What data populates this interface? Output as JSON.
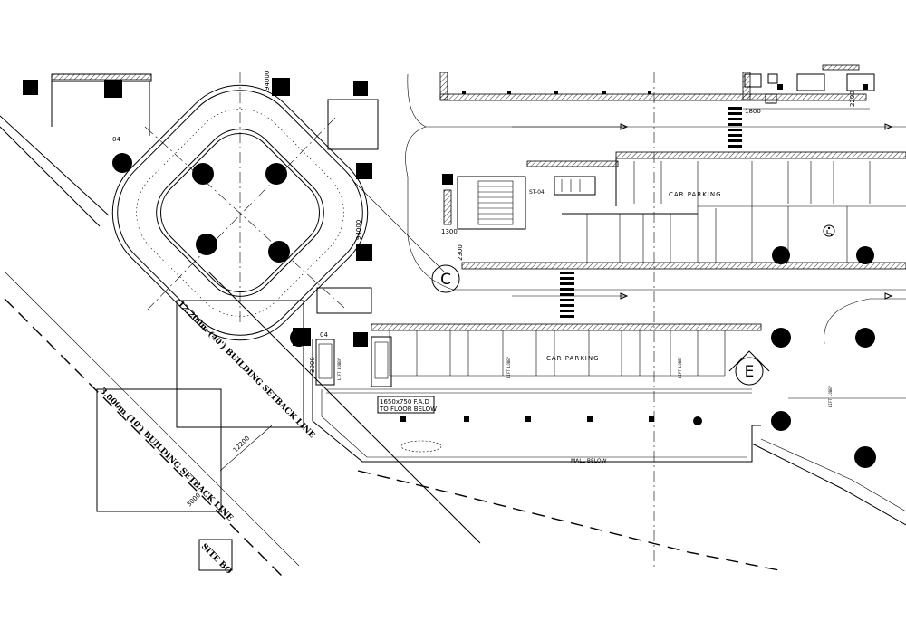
{
  "grid_bubbles": {
    "c": "C",
    "e": "E"
  },
  "setbacks": {
    "inner": "12.200m (40') BUILDING SETBACK LINE",
    "outer": "3.000m (10') BUILDING SETBACK LINE"
  },
  "areas": {
    "car_parking_upper": "CAR PARKING",
    "car_parking_lower": "CAR PARKING",
    "mall_below": "MALL BELOW",
    "stair_label": "ST-04",
    "site_boundary": "SITE BO"
  },
  "fad": {
    "line1": "1650x750 F.A.D",
    "line2": "TO FLOOR BELOW"
  },
  "dimensions": {
    "d1800": "1800",
    "d2200": "2200",
    "d1300": "1300",
    "d2300": "2300",
    "d3000a": "3000",
    "d3000b": "3000",
    "d12200": "12200",
    "d94000a": "94000",
    "d94000b": "94000",
    "d04a": "04",
    "d04b": "04"
  },
  "lift_lobby_labels": [
    "LIFT LOBBY",
    "LIFT LOBBY",
    "LIFT LOBBY",
    "LIFT LOBBY"
  ],
  "icons": {
    "accessible": "wheelchair-icon",
    "section_arrow": "arrow-right-icon"
  }
}
